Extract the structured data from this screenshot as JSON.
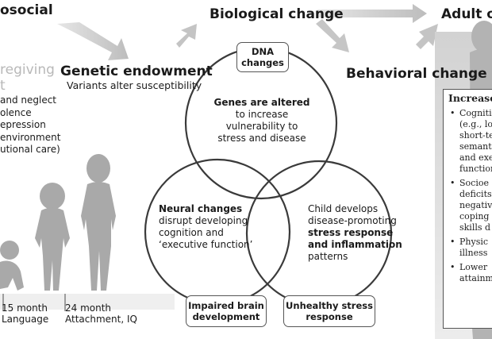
{
  "header": {
    "left_title": "osocial",
    "biological": "Biological change",
    "adult": "Adult ou",
    "behavioral": "Behavioral change"
  },
  "left": {
    "faded_line1": "regiving",
    "faded_line2": "t",
    "items": [
      "and neglect",
      "olence",
      "epression",
      "environment",
      "utional care)"
    ]
  },
  "genetic": {
    "title": "Genetic endowment",
    "subtitle": "Variants alter susceptibility"
  },
  "circles": {
    "top_box": "DNA changes",
    "top_text_bold": "Genes are altered",
    "top_text_rest": " to increase vulnerability to stress and disease",
    "left_bold": "Neural changes",
    "left_rest": " disrupt developing cognition and ‘executive function’",
    "right_plain": "Child develops disease-promoting ",
    "right_bold": "stress response and inflammation",
    "right_tail": " patterns",
    "left_box": "Impaired brain development",
    "right_box": "Unhealthy stress response"
  },
  "ages": [
    {
      "age": "15 month",
      "label": "Language"
    },
    {
      "age": "24 month",
      "label": "Attachment, IQ"
    }
  ],
  "right_panel": {
    "heading": "Increase",
    "items": [
      [
        "Cogniti",
        "(e.g., lo",
        "short-te",
        "semant",
        "and exe",
        "function"
      ],
      [
        "Socioe",
        "deficits",
        "negativ",
        "coping",
        "skills d"
      ],
      [
        "Physic",
        "illness"
      ],
      [
        "Lower",
        "attainm"
      ]
    ]
  },
  "colors": {
    "silhouette": "#a9a9a9",
    "arrow": "#c9c9c9",
    "border": "#555555"
  }
}
